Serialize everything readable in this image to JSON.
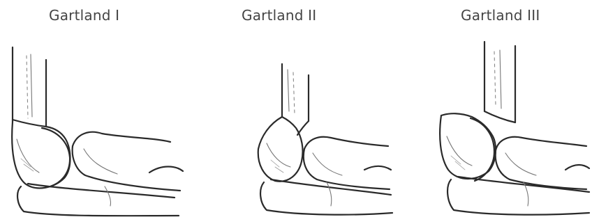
{
  "panels": [
    {
      "title": "Gartland I"
    },
    {
      "title": "Gartland II"
    },
    {
      "title": "Gartland III"
    }
  ]
}
